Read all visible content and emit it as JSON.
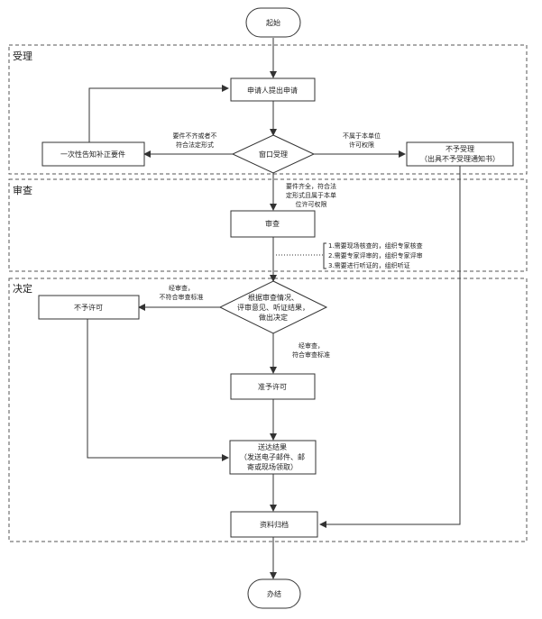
{
  "sections": {
    "accept": "受理",
    "review": "审查",
    "decide": "决定"
  },
  "nodes": {
    "start": "起始",
    "apply": "申请人提出申请",
    "window_accept": "窗口受理",
    "supplement": "一次性告知补正要件",
    "reject_accept_l1": "不予受理",
    "reject_accept_l2": "（出具不予受理通知书）",
    "review": "审查",
    "decide_l1": "根据审查情况、",
    "decide_l2": "评审意见、听证结果，",
    "decide_l3": "做出决定",
    "deny": "不予许可",
    "grant": "准予许可",
    "deliver_l1": "送达结果",
    "deliver_l2": "（发送电子邮件、邮",
    "deliver_l3": "寄或现场领取）",
    "archive": "资料归档",
    "end": "办结"
  },
  "labels": {
    "incomplete_l1": "要件不齐或者不",
    "incomplete_l2": "符合法定形式",
    "not_scope_l1": "不属于本单位",
    "not_scope_l2": "许可权限",
    "complete_l1": "要件齐全，符合法",
    "complete_l2": "定形式且属于本单",
    "complete_l3": "位许可权限",
    "review_note_l1": "1.需要现场核查的，组织专家核查",
    "review_note_l2": "2.需要专家评审的，组织专家评审",
    "review_note_l3": "3.需要进行听证的，组织听证",
    "fail_l1": "经审查，",
    "fail_l2": "不符合审查标准",
    "pass_l1": "经审查，",
    "pass_l2": "符合审查标准"
  },
  "colors": {
    "line": "#333333",
    "dash": "#555555",
    "fill": "#ffffff"
  }
}
